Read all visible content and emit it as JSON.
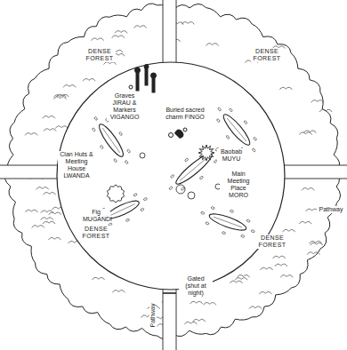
{
  "diagram": {
    "labels": [
      "DENSE FOREST",
      "DENSE FOREST",
      "Graves JIRAU & Markers VIGANGO",
      "Buried sacred charm FINGO",
      "Clan Huts & Meeting House LWANDA",
      "Baobab MUYU",
      "Pathway",
      "Main Meeting Place MORO",
      "Fig MUGANDI",
      "DENSE FOREST",
      "DENSE FOREST",
      "Gated (shut at night)",
      "Pathway"
    ]
  }
}
